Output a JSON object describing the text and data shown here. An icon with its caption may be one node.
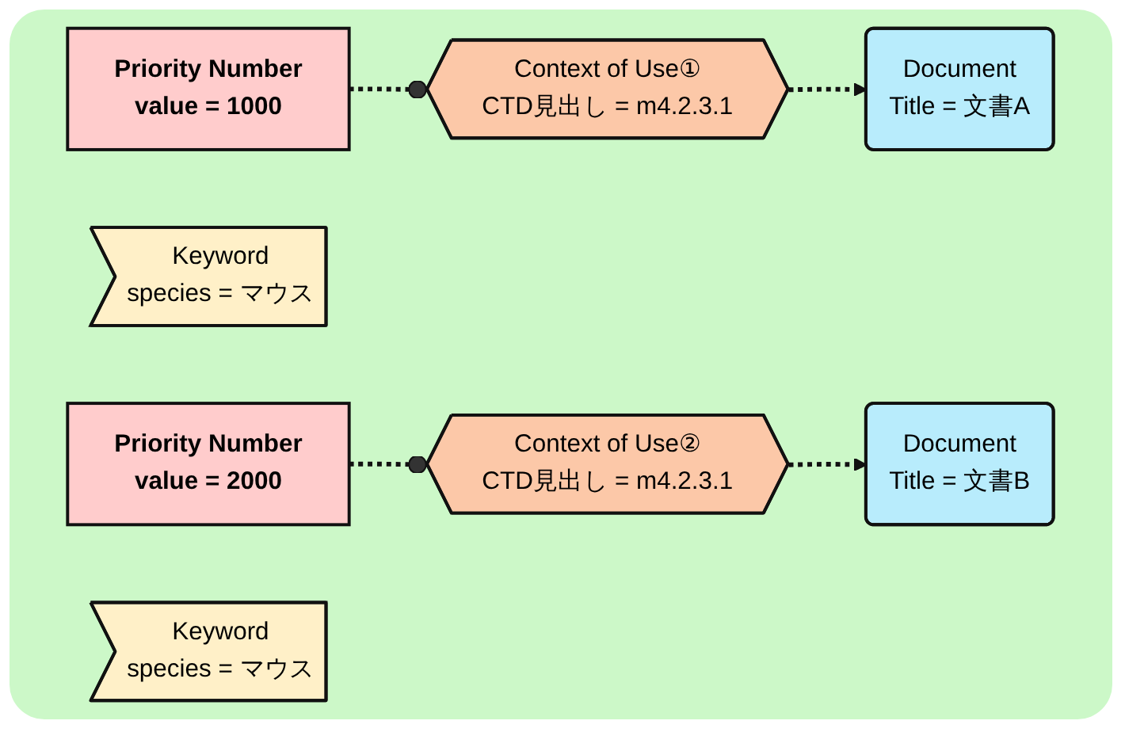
{
  "diagram": {
    "nodes": [
      {
        "text": [
          "Priority Number",
          "value = 1000"
        ]
      },
      {
        "text": [
          "Context of Use①",
          "CTD見出し = m4.2.3.1"
        ]
      },
      {
        "text": [
          "Keyword",
          "species = マウス"
        ]
      },
      {
        "text": [
          "Document",
          "Title = 文書A"
        ]
      },
      {
        "text": [
          "Priority Number",
          "value = 2000"
        ]
      },
      {
        "text": [
          "Context of Use②",
          "CTD見出し = m4.2.3.1"
        ]
      },
      {
        "text": [
          "Keyword",
          "species = マウス"
        ]
      },
      {
        "text": [
          "Document",
          "Title = 文書B"
        ]
      }
    ],
    "edges": [
      {
        "from": 0,
        "to": 1,
        "arrow": "other",
        "style": "dashed"
      },
      {
        "from": 1,
        "to": 3,
        "arrow": "to",
        "style": "dashed"
      },
      {
        "from": 4,
        "to": 5,
        "arrow": "other",
        "style": "dashed"
      },
      {
        "from": 5,
        "to": 7,
        "arrow": "to",
        "style": "dashed"
      }
    ]
  }
}
